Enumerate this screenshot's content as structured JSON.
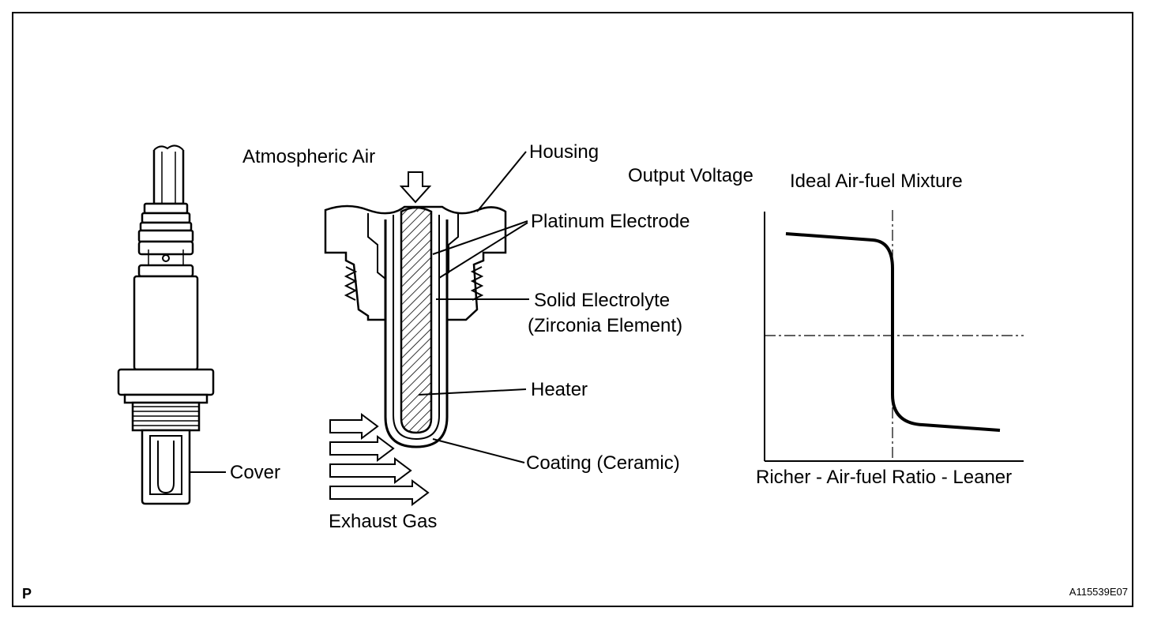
{
  "labels": {
    "atmospheric_air": "Atmospheric Air",
    "housing": "Housing",
    "platinum_electrode": "Platinum Electrode",
    "solid_electrolyte": "Solid Electrolyte",
    "zirconia_element": "(Zirconia Element)",
    "heater": "Heater",
    "coating": "Coating (Ceramic)",
    "exhaust_gas": "Exhaust Gas",
    "cover": "Cover"
  },
  "graph": {
    "y_label": "Output Voltage",
    "ideal_label": "Ideal Air-fuel Mixture",
    "x_label": "Richer - Air-fuel Ratio - Leaner"
  },
  "corner": {
    "left": "P",
    "right": "A115539E07"
  }
}
